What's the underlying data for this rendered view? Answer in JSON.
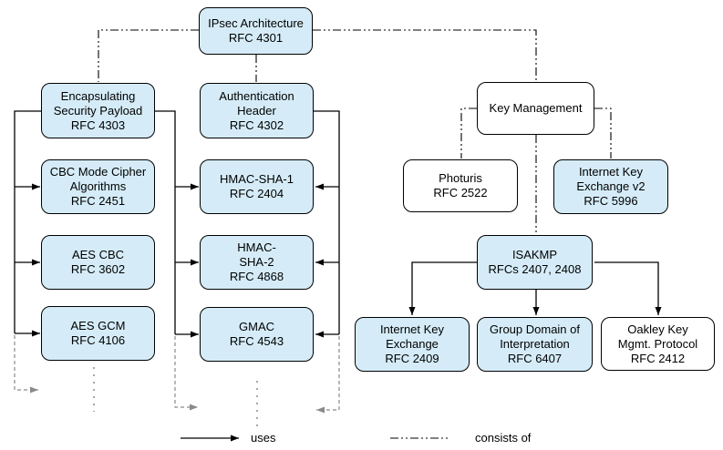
{
  "nodes": [
    {
      "id": "ipsec-architecture",
      "style": "blue",
      "lines": [
        "IPsec Architecture",
        "RFC 4301"
      ]
    },
    {
      "id": "encapsulating-security-payload",
      "style": "blue",
      "lines": [
        "Encapsulating",
        "Security Payload",
        "RFC 4303"
      ]
    },
    {
      "id": "authentication-header",
      "style": "blue",
      "lines": [
        "Authentication",
        "Header",
        "RFC 4302"
      ]
    },
    {
      "id": "key-management",
      "style": "white",
      "lines": [
        "Key Management"
      ]
    },
    {
      "id": "cbc-mode-cipher-algorithms",
      "style": "blue",
      "lines": [
        "CBC Mode Cipher",
        "Algorithms",
        "RFC 2451"
      ]
    },
    {
      "id": "hmac-sha-1",
      "style": "blue",
      "lines": [
        "HMAC-SHA-1",
        "RFC 2404"
      ]
    },
    {
      "id": "photuris",
      "style": "white",
      "lines": [
        "Photuris",
        "RFC 2522"
      ]
    },
    {
      "id": "internet-key-exchange-v2",
      "style": "blue",
      "lines": [
        "Internet Key",
        "Exchange v2",
        "RFC 5996"
      ]
    },
    {
      "id": "aes-cbc",
      "style": "blue",
      "lines": [
        "AES CBC",
        "RFC 3602"
      ]
    },
    {
      "id": "hmac-sha-2",
      "style": "blue",
      "lines": [
        "HMAC-",
        "SHA-2",
        "RFC 4868"
      ]
    },
    {
      "id": "isakmp",
      "style": "blue",
      "lines": [
        "ISAKMP",
        "RFCs 2407, 2408"
      ]
    },
    {
      "id": "aes-gcm",
      "style": "blue",
      "lines": [
        "AES GCM",
        "RFC 4106"
      ]
    },
    {
      "id": "gmac",
      "style": "blue",
      "lines": [
        "GMAC",
        "RFC 4543"
      ]
    },
    {
      "id": "internet-key-exchange",
      "style": "blue",
      "lines": [
        "Internet Key",
        "Exchange",
        "RFC 2409"
      ]
    },
    {
      "id": "group-domain-of-interpretation",
      "style": "blue",
      "lines": [
        "Group Domain of",
        "Interpretation",
        "RFC 6407"
      ]
    },
    {
      "id": "oakley-key-mgmt-protocol",
      "style": "white",
      "lines": [
        "Oakley Key",
        "Mgmt. Protocol",
        "RFC 2412"
      ]
    }
  ],
  "edges": {
    "consists_of": [
      {
        "from": "ipsec-architecture",
        "to": "encapsulating-security-payload"
      },
      {
        "from": "ipsec-architecture",
        "to": "authentication-header"
      },
      {
        "from": "ipsec-architecture",
        "to": "key-management"
      },
      {
        "from": "key-management",
        "to": "photuris"
      },
      {
        "from": "key-management",
        "to": "internet-key-exchange-v2"
      },
      {
        "from": "key-management",
        "to": "isakmp"
      }
    ],
    "uses": [
      {
        "from": "encapsulating-security-payload",
        "to": "cbc-mode-cipher-algorithms"
      },
      {
        "from": "encapsulating-security-payload",
        "to": "aes-cbc"
      },
      {
        "from": "encapsulating-security-payload",
        "to": "aes-gcm"
      },
      {
        "from": "encapsulating-security-payload",
        "to": "hmac-sha-1"
      },
      {
        "from": "encapsulating-security-payload",
        "to": "hmac-sha-2"
      },
      {
        "from": "encapsulating-security-payload",
        "to": "gmac"
      },
      {
        "from": "authentication-header",
        "to": "hmac-sha-1"
      },
      {
        "from": "authentication-header",
        "to": "hmac-sha-2"
      },
      {
        "from": "authentication-header",
        "to": "gmac"
      },
      {
        "from": "isakmp",
        "to": "internet-key-exchange"
      },
      {
        "from": "isakmp",
        "to": "group-domain-of-interpretation"
      },
      {
        "from": "isakmp",
        "to": "oakley-key-mgmt-protocol"
      }
    ]
  },
  "legend": {
    "uses_label": "uses",
    "consists_of_label": "consists of"
  },
  "colors": {
    "node_fill_blue": "#d5ecf8",
    "node_fill_white": "#ffffff",
    "node_border": "#000000",
    "uses_line": "#000000",
    "consists_of_line": "#000000",
    "continuation_gray": "#8a8a8a"
  }
}
